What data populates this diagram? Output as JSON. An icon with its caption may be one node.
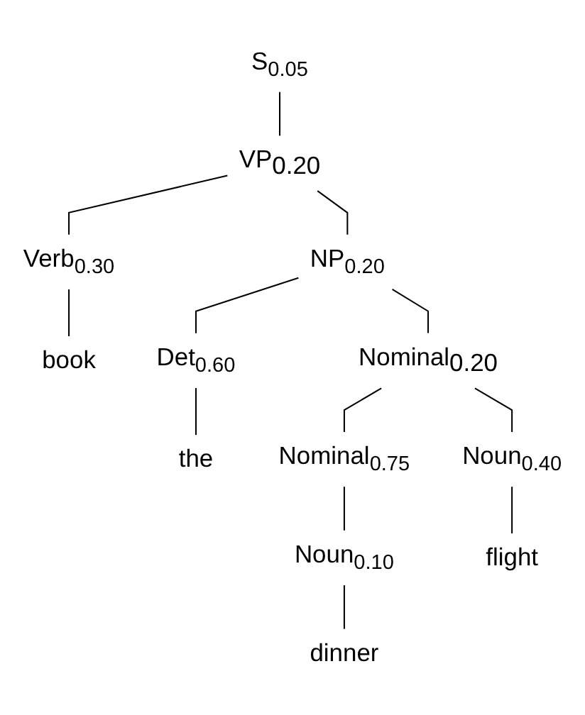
{
  "diagram": {
    "nodes": [
      {
        "text": [
          "S$_{0.05}$"
        ]
      },
      {
        "text": [
          "VP$_{0.20}$"
        ]
      },
      {
        "text": [
          "Verb$_{0.30}$"
        ]
      },
      {
        "text": [
          "NP$_{0.20}$"
        ]
      },
      {
        "text": [
          "book"
        ]
      },
      {
        "text": [
          "Det$_{0.60}$"
        ]
      },
      {
        "text": [
          "Nominal$_{0.20}$"
        ]
      },
      {
        "text": [
          "the"
        ]
      },
      {
        "text": [
          "Nominal$_{0.75}$"
        ]
      },
      {
        "text": [
          "Noun$_{0.40}$"
        ]
      },
      {
        "text": [
          "Noun$_{0.10}$"
        ]
      },
      {
        "text": [
          "flight"
        ]
      },
      {
        "text": [
          "dinner"
        ]
      }
    ],
    "edges": [
      {
        "from": 0,
        "to": 1,
        "arrow": "none"
      },
      {
        "from": 1,
        "to": 2,
        "arrow": "none"
      },
      {
        "from": 1,
        "to": 3,
        "arrow": "none"
      },
      {
        "from": 2,
        "to": 4,
        "arrow": "none"
      },
      {
        "from": 3,
        "to": 5,
        "arrow": "none"
      },
      {
        "from": 3,
        "to": 6,
        "arrow": "none"
      },
      {
        "from": 5,
        "to": 7,
        "arrow": "none"
      },
      {
        "from": 6,
        "to": 8,
        "arrow": "none"
      },
      {
        "from": 6,
        "to": 9,
        "arrow": "none"
      },
      {
        "from": 8,
        "to": 10,
        "arrow": "none"
      },
      {
        "from": 9,
        "to": 11,
        "arrow": "none"
      },
      {
        "from": 10,
        "to": 12,
        "arrow": "none"
      }
    ]
  }
}
